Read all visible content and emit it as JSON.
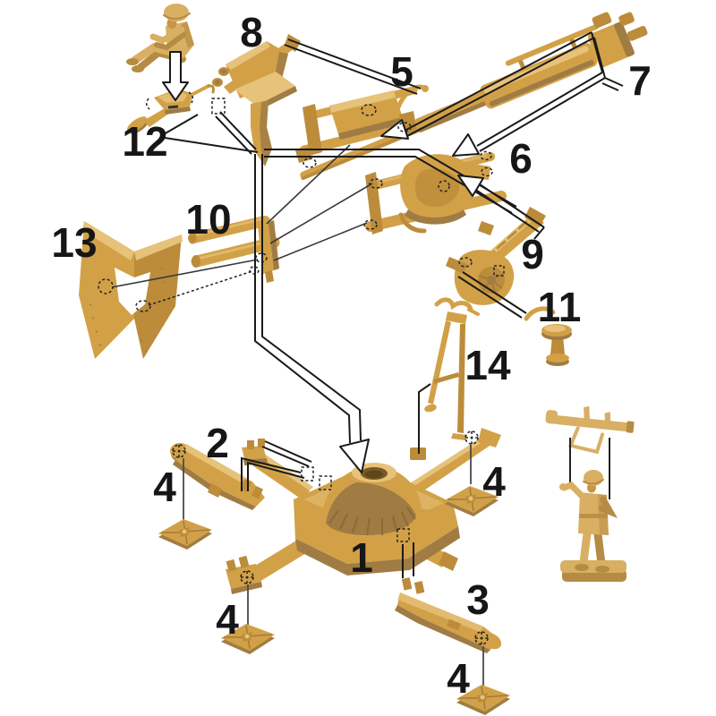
{
  "diagram": {
    "type": "model-kit-assembly-exploded-view",
    "background": "#ffffff",
    "palette": {
      "part_main": "#D2A147",
      "part_mid": "#BC8C3B",
      "part_shadow": "#A07C44",
      "part_highlight": "#E6C27A",
      "figure_main": "#D8AF63",
      "line_color": "#1a1a1a",
      "label_color": "#161616"
    },
    "callout_labels": [
      {
        "id": "label-8",
        "text": "8"
      },
      {
        "id": "label-5",
        "text": "5"
      },
      {
        "id": "label-7",
        "text": "7"
      },
      {
        "id": "label-6",
        "text": "6"
      },
      {
        "id": "label-12",
        "text": "12"
      },
      {
        "id": "label-10",
        "text": "10"
      },
      {
        "id": "label-13",
        "text": "13"
      },
      {
        "id": "label-9",
        "text": "9"
      },
      {
        "id": "label-11",
        "text": "11"
      },
      {
        "id": "label-14",
        "text": "14"
      },
      {
        "id": "label-2",
        "text": "2"
      },
      {
        "id": "label-4-left",
        "text": "4"
      },
      {
        "id": "label-4-right",
        "text": "4"
      },
      {
        "id": "label-1",
        "text": "1"
      },
      {
        "id": "label-4-bottom-left",
        "text": "4"
      },
      {
        "id": "label-3",
        "text": "3"
      },
      {
        "id": "label-4-bottom",
        "text": "4"
      }
    ],
    "parts": [
      {
        "number": "1",
        "name": "cruciform-base-platform"
      },
      {
        "number": "2",
        "name": "outrigger-leg-left"
      },
      {
        "number": "3",
        "name": "outrigger-leg-front"
      },
      {
        "number": "4",
        "name": "leveling-foot-pad"
      },
      {
        "number": "5",
        "name": "upper-gun-cradle"
      },
      {
        "number": "6",
        "name": "recoil-cradle"
      },
      {
        "number": "7",
        "name": "gun-barrel"
      },
      {
        "number": "8",
        "name": "upper-mount-with-pivot"
      },
      {
        "number": "9",
        "name": "elevation-bracket"
      },
      {
        "number": "10",
        "name": "recuperator-cylinders"
      },
      {
        "number": "11",
        "name": "gunner-seat"
      },
      {
        "number": "12",
        "name": "seat-with-foot-pedal"
      },
      {
        "number": "13",
        "name": "gun-shield"
      },
      {
        "number": "14",
        "name": "sight-frame"
      }
    ],
    "figures": [
      {
        "name": "seated-crew-figure"
      },
      {
        "name": "standing-loader-figure"
      }
    ]
  }
}
